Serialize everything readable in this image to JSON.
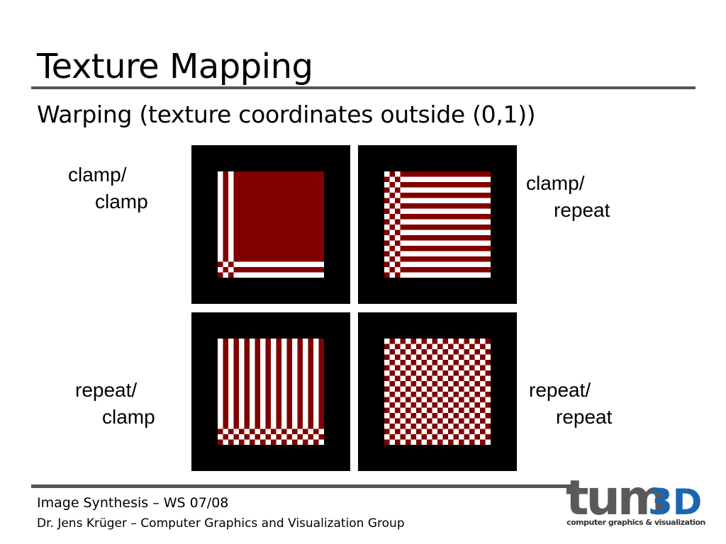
{
  "slide": {
    "title": "Texture Mapping",
    "subtitle": "Warping (texture coordinates outside (0,1))"
  },
  "panels": [
    {
      "mode": "clamp-clamp",
      "label_line1": "clamp/",
      "label_line2": "clamp"
    },
    {
      "mode": "clamp-repeat",
      "label_line1": "clamp/",
      "label_line2": "repeat"
    },
    {
      "mode": "repeat-clamp",
      "label_line1": "repeat/",
      "label_line2": "clamp"
    },
    {
      "mode": "repeat-repeat",
      "label_line1": "repeat/",
      "label_line2": "repeat"
    }
  ],
  "footer": {
    "line1": "Image Synthesis – WS 07/08",
    "line2": "Dr. Jens Krüger – Computer Graphics and Visualization Group"
  },
  "logo": {
    "text_main": "tum",
    "text_accent": "3D",
    "caption": "computer graphics & visualization"
  },
  "colors": {
    "texture_red": "#800000",
    "texture_white": "#ffffff",
    "panel_background": "#000000",
    "rule_gray": "#555555",
    "logo_gray": "#5a5a5a",
    "logo_blue": "#1a66b3"
  }
}
